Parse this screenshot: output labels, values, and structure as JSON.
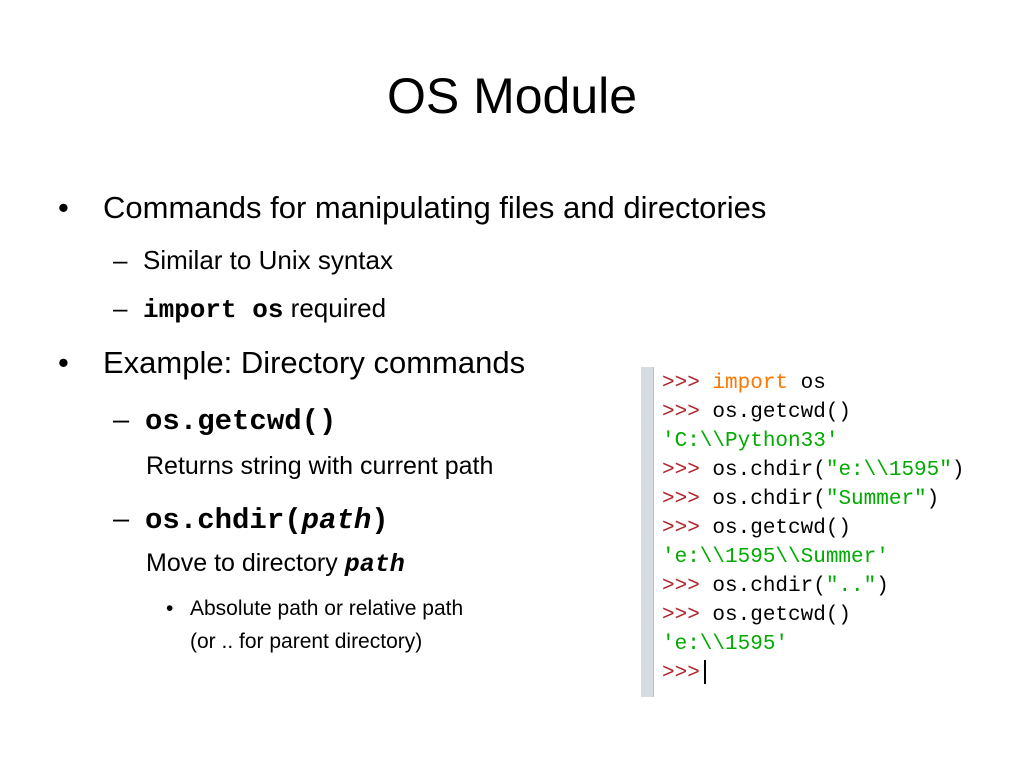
{
  "slide": {
    "title": "OS Module",
    "bullet1": "Commands for manipulating files and directories",
    "sub1": "Similar to Unix syntax",
    "sub2_code": "import os",
    "sub2_text": " required",
    "bullet2": "Example: Directory commands",
    "sub3_code": "os.getcwd()",
    "sub3_desc": "Returns string with current path",
    "sub4_code_a": "os.chdir(",
    "sub4_code_b": "path",
    "sub4_code_c": ")",
    "sub4_desc_a": "Move to directory ",
    "sub4_desc_b": "path",
    "sub4_detail_1": "Absolute path or relative path",
    "sub4_detail_2": "(or .. for parent directory)",
    "bullet_marker": "•",
    "dash_marker": "–"
  },
  "shell": {
    "prompt": ">>>",
    "l1_kw": "import",
    "l1_rest": " os",
    "l2": " os.getcwd()",
    "l3": "'C:\\\\Python33'",
    "l4_pre": " os.chdir(",
    "l4_str": "\"e:\\\\1595\"",
    "l4_post": ")",
    "l5_pre": " os.chdir(",
    "l5_str": "\"Summer\"",
    "l5_post": ")",
    "l6": " os.getcwd()",
    "l7": "'e:\\\\1595\\\\Summer'",
    "l8_pre": " os.chdir(",
    "l8_str": "\"..\"",
    "l8_post": ")",
    "l9": " os.getcwd()",
    "l10": "'e:\\\\1595'"
  },
  "colors": {
    "prompt": "#b0242a",
    "keyword": "#ff7700",
    "string": "#00aa00"
  }
}
